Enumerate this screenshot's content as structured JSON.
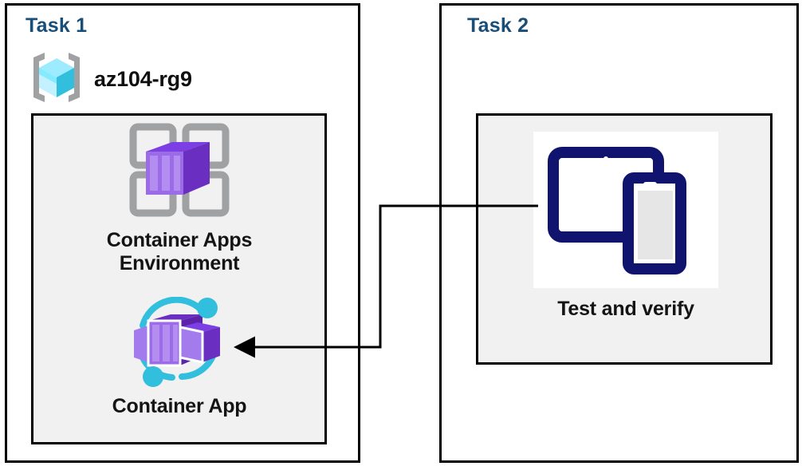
{
  "diagram": {
    "title_color": "#194E79",
    "panels": [
      {
        "id": "task1",
        "title": "Task 1",
        "resource_group": {
          "icon": "resource-group-icon",
          "name": "az104-rg9"
        },
        "nodes": [
          {
            "id": "container-apps-environment",
            "icon": "container-apps-environment-icon",
            "label": "Container Apps\nEnvironment"
          },
          {
            "id": "container-app",
            "icon": "container-app-icon",
            "label": "Container App"
          }
        ]
      },
      {
        "id": "task2",
        "title": "Task 2",
        "nodes": [
          {
            "id": "test-and-verify",
            "icon": "devices-icon",
            "label": "Test and verify"
          }
        ]
      }
    ],
    "connector": {
      "from": "test-and-verify",
      "to": "container-app",
      "style": "orthogonal-arrow",
      "color": "#000000"
    },
    "colors": {
      "panel_border": "#000000",
      "inner_box_fill": "#f1f1f1",
      "label_text": "#141414",
      "azure_cube_cyan": "#32BEDD",
      "container_purple": "#8661C5",
      "container_purple_dark": "#6A2FC0",
      "devices_navy": "#11146E",
      "bracket_gray": "#A0A1A2"
    }
  }
}
